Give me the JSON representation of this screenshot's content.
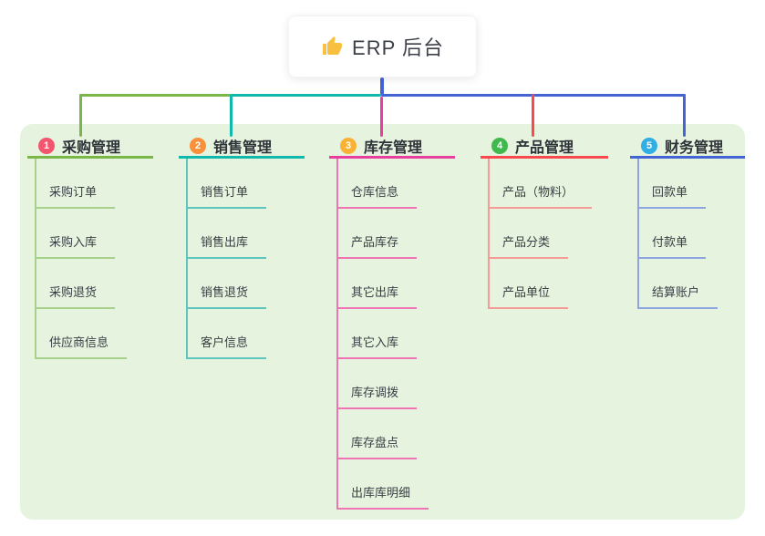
{
  "root": {
    "label": "ERP 后台",
    "icon": "thumbs-up-icon",
    "icon_color": "#f7c03e"
  },
  "colors": {
    "background": "#ffffff",
    "panel": "#e6f4df",
    "trunk": "#4463d4",
    "title_text": "#2d3138",
    "child_text": "#383d44"
  },
  "branches": [
    {
      "index": "1",
      "label": "采购管理",
      "badge_color": "#f2566f",
      "line_color": "#7ab648",
      "child_line_color": "#a6d08c",
      "children": [
        "采购订单",
        "采购入库",
        "采购退货",
        "供应商信息"
      ]
    },
    {
      "index": "2",
      "label": "销售管理",
      "badge_color": "#f8903c",
      "line_color": "#10b9ac",
      "child_line_color": "#5fc6bd",
      "children": [
        "销售订单",
        "销售出库",
        "销售退货",
        "客户信息"
      ]
    },
    {
      "index": "3",
      "label": "库存管理",
      "badge_color": "#f9b234",
      "line_color": "#e83e9d",
      "child_line_color": "#ee74b4",
      "children": [
        "仓库信息",
        "产品库存",
        "其它出库",
        "其它入库",
        "库存调拨",
        "库存盘点",
        "出库库明细"
      ]
    },
    {
      "index": "4",
      "label": "产品管理",
      "badge_color": "#42b94e",
      "line_color": "#f9494f",
      "child_line_color": "#f59b96",
      "children": [
        "产品（物料）",
        "产品分类",
        "产品单位"
      ]
    },
    {
      "index": "5",
      "label": "财务管理",
      "badge_color": "#31aee4",
      "line_color": "#4463d4",
      "child_line_color": "#8fa5e2",
      "children": [
        "回款单",
        "付款单",
        "结算账户"
      ]
    }
  ]
}
